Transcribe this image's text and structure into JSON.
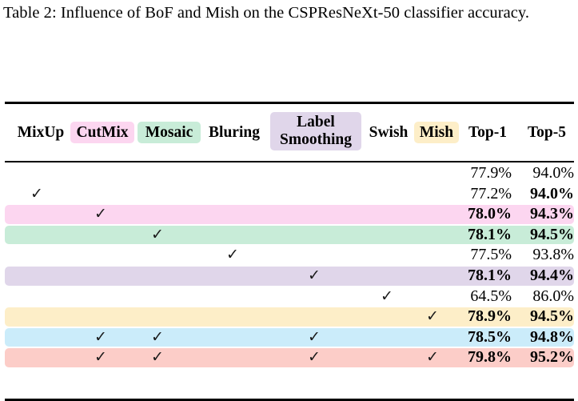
{
  "caption": "Table 2:  Influence of BoF and Mish on the CSPResNeXt-50 classifier accuracy.",
  "colors": {
    "cutmix": "#fcd6f0",
    "mosaic": "#c8ecd8",
    "label_smoothing": "#e0d6ea",
    "mish": "#fdeec8",
    "row_blue": "#cbecfa",
    "row_red": "#fccdc8",
    "plain": "#ffffff",
    "rule": "#000000"
  },
  "columns": [
    {
      "key": "mixup",
      "label": "MixUp",
      "highlight": null
    },
    {
      "key": "cutmix",
      "label": "CutMix",
      "highlight": "#fcd6f0"
    },
    {
      "key": "mosaic",
      "label": "Mosaic",
      "highlight": "#c8ecd8"
    },
    {
      "key": "bluring",
      "label": "Bluring",
      "highlight": null
    },
    {
      "key": "label_smoothing",
      "label": "Label Smoothing",
      "highlight": "#e0d6ea"
    },
    {
      "key": "swish",
      "label": "Swish",
      "highlight": null
    },
    {
      "key": "mish",
      "label": "Mish",
      "highlight": "#fdeec8"
    },
    {
      "key": "top1",
      "label": "Top-1",
      "highlight": null
    },
    {
      "key": "top5",
      "label": "Top-5",
      "highlight": null
    }
  ],
  "check_glyph": "✓",
  "chart_data": {
    "type": "table",
    "title": "Influence of BoF and Mish on the CSPResNeXt-50 classifier accuracy.",
    "columns": [
      "MixUp",
      "CutMix",
      "Mosaic",
      "Bluring",
      "Label Smoothing",
      "Swish",
      "Mish",
      "Top-1",
      "Top-5"
    ],
    "rows": [
      {
        "checks": [],
        "top1": "77.9%",
        "top5": "94.0%",
        "top1_bold": false,
        "top5_bold": false,
        "row_color": "#ffffff"
      },
      {
        "checks": [
          "mixup"
        ],
        "top1": "77.2%",
        "top5": "94.0%",
        "top1_bold": false,
        "top5_bold": true,
        "row_color": "#ffffff"
      },
      {
        "checks": [
          "cutmix"
        ],
        "top1": "78.0%",
        "top5": "94.3%",
        "top1_bold": true,
        "top5_bold": true,
        "row_color": "#fcd6f0"
      },
      {
        "checks": [
          "mosaic"
        ],
        "top1": "78.1%",
        "top5": "94.5%",
        "top1_bold": true,
        "top5_bold": true,
        "row_color": "#c8ecd8"
      },
      {
        "checks": [
          "bluring"
        ],
        "top1": "77.5%",
        "top5": "93.8%",
        "top1_bold": false,
        "top5_bold": false,
        "row_color": "#ffffff"
      },
      {
        "checks": [
          "label_smoothing"
        ],
        "top1": "78.1%",
        "top5": "94.4%",
        "top1_bold": true,
        "top5_bold": true,
        "row_color": "#e0d6ea"
      },
      {
        "checks": [
          "swish"
        ],
        "top1": "64.5%",
        "top5": "86.0%",
        "top1_bold": false,
        "top5_bold": false,
        "row_color": "#ffffff"
      },
      {
        "checks": [
          "mish"
        ],
        "top1": "78.9%",
        "top5": "94.5%",
        "top1_bold": true,
        "top5_bold": true,
        "row_color": "#fdeec8"
      },
      {
        "checks": [
          "cutmix",
          "mosaic",
          "label_smoothing"
        ],
        "top1": "78.5%",
        "top5": "94.8%",
        "top1_bold": true,
        "top5_bold": true,
        "row_color": "#cbecfa"
      },
      {
        "checks": [
          "cutmix",
          "mosaic",
          "label_smoothing",
          "mish"
        ],
        "top1": "79.8%",
        "top5": "95.2%",
        "top1_bold": true,
        "top5_bold": true,
        "row_color": "#fccdc8"
      }
    ],
    "ylabel": "",
    "xlabel": ""
  }
}
